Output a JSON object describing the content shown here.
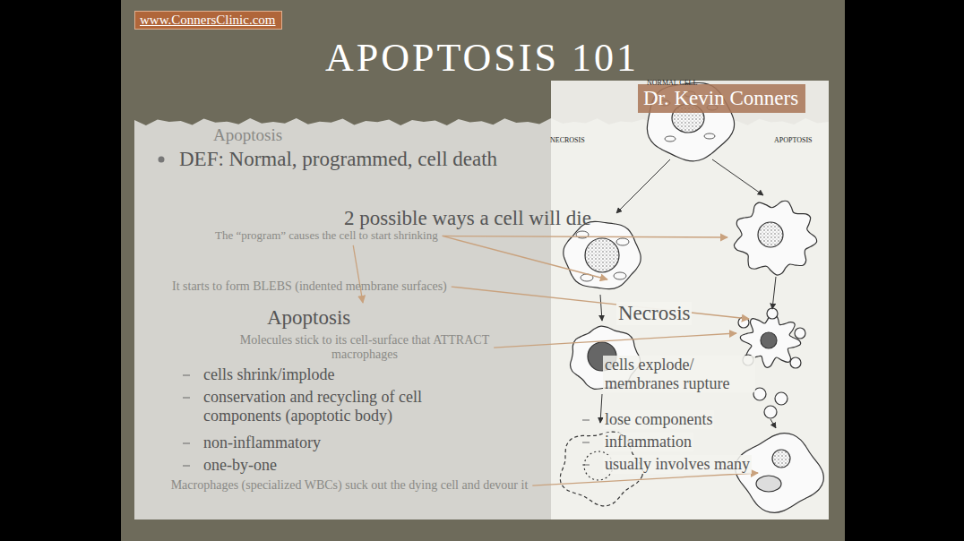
{
  "diagram": {
    "title": "APOPTOSIS 101",
    "nodes": [
      {
        "text": [
          "www.ConnersClinic.com"
        ]
      },
      {
        "text": [
          "Dr. Kevin Conners"
        ]
      }
    ],
    "labels": [
      "DEF: Normal, programmed, cell death",
      "Apoptosis",
      "2 possible ways a cell will die",
      "The “program” causes the cell to start shrinking",
      "It starts to form BLEBS (indented membrane surfaces)",
      "Apoptosis",
      "Necrosis",
      "Molecules stick to its cell-surface that ATTRACT macrophages",
      "cells shrink/implode",
      "conservation and recycling of cell components (apoptotic body)",
      "non-inflammatory",
      "one-by-one",
      "Macrophages (specialized WBCs) suck out the dying cell and devour it",
      "cells explode/ membranes rupture",
      "lose components",
      "inflammation",
      "usually involves many",
      "NORMAL CELL",
      "NECROSIS",
      "APOPTOSIS"
    ]
  }
}
